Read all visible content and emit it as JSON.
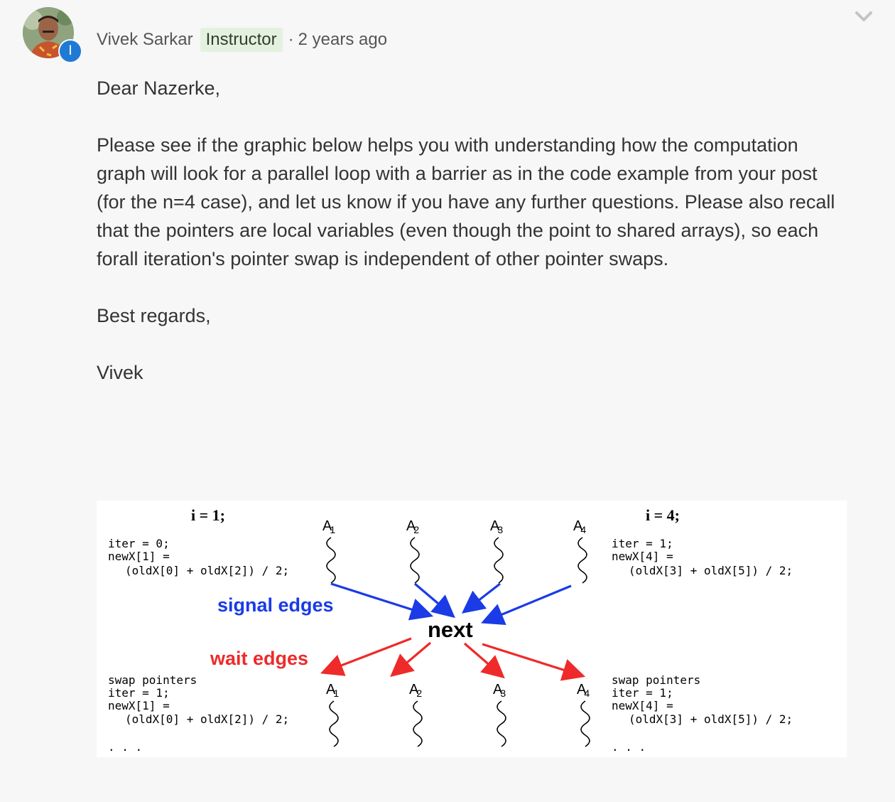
{
  "post": {
    "author": "Vivek Sarkar",
    "role_badge": "Instructor",
    "separator": "·",
    "timestamp": "2 years ago",
    "avatar_badge_letter": "I",
    "avatar_badge_color": "#1f7ad6",
    "body": {
      "greeting": "Dear Nazerke,",
      "paragraph": "Please see if the graphic below helps you with understanding how the computation graph will look for a parallel loop with a barrier as in the code example from your post (for the n=4 case), and let us know if you have any further questions. Please also recall that the pointers are local variables (even though the point to shared arrays), so each forall iteration's pointer swap is independent of other pointer swaps.",
      "closing": "Best regards,",
      "signature": "Vivek"
    }
  },
  "icons": {
    "collapse": "chevron-down-icon"
  },
  "figure": {
    "left_header": "i = 1;",
    "right_header": "i = 4;",
    "top_nodes": [
      "A1",
      "A2",
      "A3",
      "A4"
    ],
    "bottom_nodes": [
      "A1",
      "A2",
      "A3",
      "A4"
    ],
    "left_code_top": [
      "iter = 0;",
      "newX[1] =",
      "(oldX[0] + oldX[2]) / 2;"
    ],
    "right_code_top": [
      "iter = 1;",
      "newX[4] =",
      "(oldX[3] + oldX[5]) / 2;"
    ],
    "left_code_bottom": [
      "swap pointers",
      "iter = 1;",
      "newX[1] =",
      "(oldX[0] + oldX[2]) / 2;",
      ". . ."
    ],
    "right_code_bottom": [
      "swap pointers",
      "iter = 1;",
      "newX[4] =",
      "(oldX[3] + oldX[5]) / 2;",
      ". . ."
    ],
    "signal_label": "signal edges",
    "wait_label": "wait edges",
    "center_label": "next",
    "signal_color": "#1a3be6",
    "wait_color": "#ee2a2a"
  }
}
